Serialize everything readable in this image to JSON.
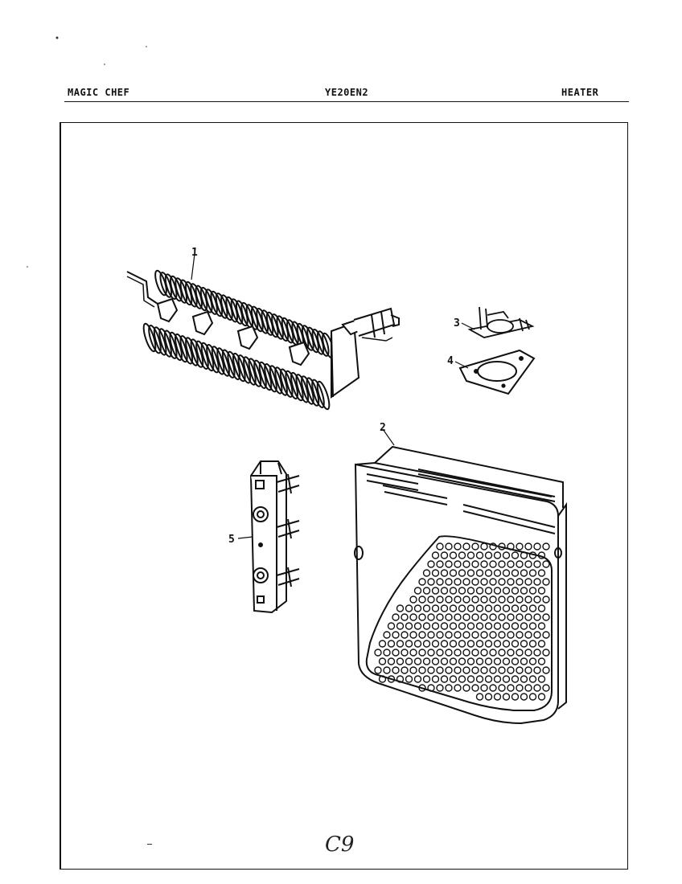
{
  "header": {
    "brand": "MAGIC CHEF",
    "model": "YE20EN2",
    "section": "HEATER"
  },
  "callouts": {
    "heater_element": "1",
    "heater_housing": "2",
    "thermostat": "3",
    "gasket": "4",
    "terminal_block": "5"
  },
  "page_mark": "C9"
}
